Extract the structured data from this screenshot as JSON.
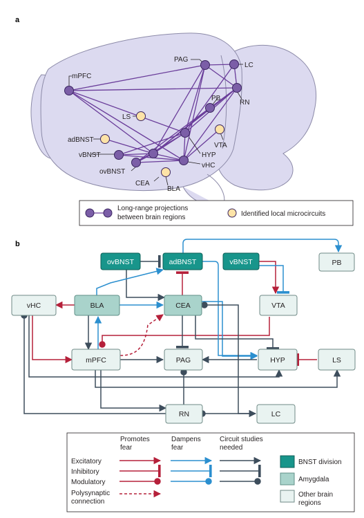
{
  "panel_a": {
    "label": "a",
    "regions": {
      "mpfc": "mPFC",
      "pag": "PAG",
      "lc": "LC",
      "rn": "RN",
      "pb": "PB",
      "ls": "LS",
      "adbnst": "adBNST",
      "vta": "VTA",
      "vbnst": "vBNST",
      "hyp": "HYP",
      "ovbnst": "ovBNST",
      "vhc": "vHC",
      "cea": "CEA",
      "bla": "BLA"
    },
    "legend": {
      "projection_line1": "Long-range projections",
      "projection_line2": "between brain regions",
      "microcircuit": "Identified local microcircuits"
    },
    "colors": {
      "brain_fill": "#dcdaf0",
      "projection": "#6a3d9a",
      "projection_node": "#7b5ea7",
      "microcircuit_node": "#fde3a7"
    }
  },
  "panel_b": {
    "label": "b",
    "nodes": {
      "ovbnst": "ovBNST",
      "adbnst": "adBNST",
      "vbnst": "vBNST",
      "pb": "PB",
      "vhc": "vHC",
      "bla": "BLA",
      "cea": "CEA",
      "vta": "VTA",
      "mpfc": "mPFC",
      "pag": "PAG",
      "hyp": "HYP",
      "ls": "LS",
      "rn": "RN",
      "lc": "LC"
    },
    "legend": {
      "col_promotes_1": "Promotes",
      "col_promotes_2": "fear",
      "col_dampens_1": "Dampens",
      "col_dampens_2": "fear",
      "col_circuit_1": "Circuit studies",
      "col_circuit_2": "needed",
      "row_excitatory": "Excitatory",
      "row_inhibitory": "Inhibitory",
      "row_modulatory": "Modulatory",
      "row_polysynaptic_1": "Polysynaptic",
      "row_polysynaptic_2": "connection",
      "key_bnst": "BNST division",
      "key_amygdala": "Amygdala",
      "key_other_1": "Other brain",
      "key_other_2": "regions"
    },
    "colors": {
      "promotes": "#b5203a",
      "dampens": "#2b8fcf",
      "needed": "#3d4d5c",
      "bnst_fill": "#18958b",
      "amygdala_fill": "#a9d3cb",
      "other_fill": "#e9f3f1"
    }
  }
}
